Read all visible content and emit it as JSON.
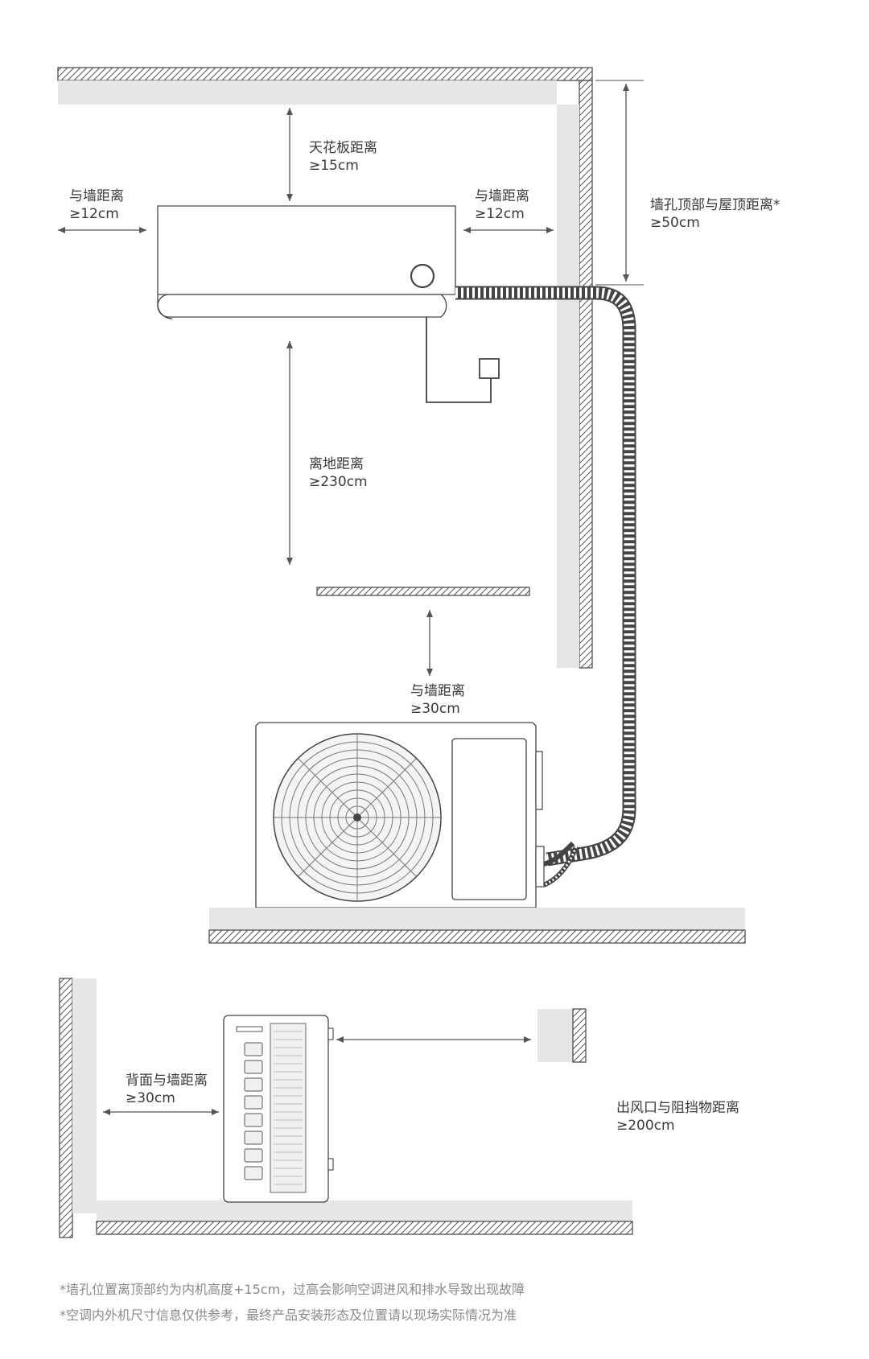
{
  "labels": {
    "ceiling": {
      "title": "天花板距离",
      "value": "≥15cm"
    },
    "wall_left": {
      "title": "与墙距离",
      "value": "≥12cm"
    },
    "wall_right": {
      "title": "与墙距离",
      "value": "≥12cm"
    },
    "hole_top": {
      "title": "墙孔顶部与屋顶距离*",
      "value": "≥50cm"
    },
    "floor": {
      "title": "离地距离",
      "value": "≥230cm"
    },
    "outdoor_wall": {
      "title": "与墙距离",
      "value": "≥30cm"
    },
    "back_wall": {
      "title": "背面与墙距离",
      "value": "≥30cm"
    },
    "outlet": {
      "title": "出风口与阻挡物距离",
      "value": "≥200cm"
    }
  },
  "footnotes": [
    "*墙孔位置离顶部约为内机高度+15cm，过高会影响空调进风和排水导致出现故障",
    "*空调内外机尺寸信息仅供参考，最终产品安装形态及位置请以现场实际情况为准"
  ],
  "colors": {
    "line": "#3a3a3a",
    "wall_fill": "#e6e6e6",
    "text": "#3a3a3a",
    "footnote": "#8a8a8a"
  }
}
